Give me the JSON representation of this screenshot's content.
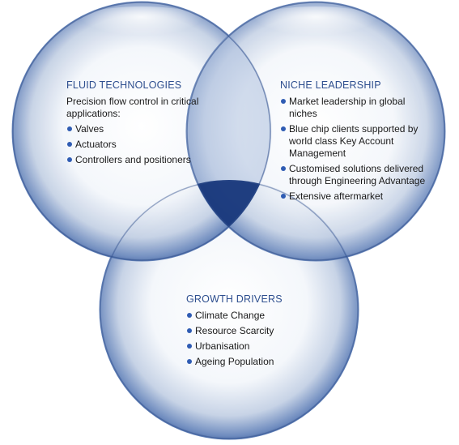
{
  "circles": {
    "fluid": {
      "title": "FLUID TECHNOLOGIES",
      "intro": "Precision flow control in critical applications:",
      "items": [
        "Valves",
        "Actuators",
        "Controllers and positioners"
      ]
    },
    "niche": {
      "title": "NICHE LEADERSHIP",
      "items": [
        "Market leadership in global niches",
        "Blue chip clients supported by world class Key Account Management",
        "Customised solutions delivered through Engineering Advantage",
        "Extensive aftermarket"
      ]
    },
    "growth": {
      "title": "GROWTH DRIVERS",
      "items": [
        "Climate Change",
        "Resource Scarcity",
        "Urbanisation",
        "Ageing Population"
      ]
    }
  },
  "colors": {
    "heading": "#2e4f8f",
    "bullet": "#2f5cb3",
    "sphere_edge": "#3d5f9e",
    "overlap_dark": "#0f2a66"
  }
}
